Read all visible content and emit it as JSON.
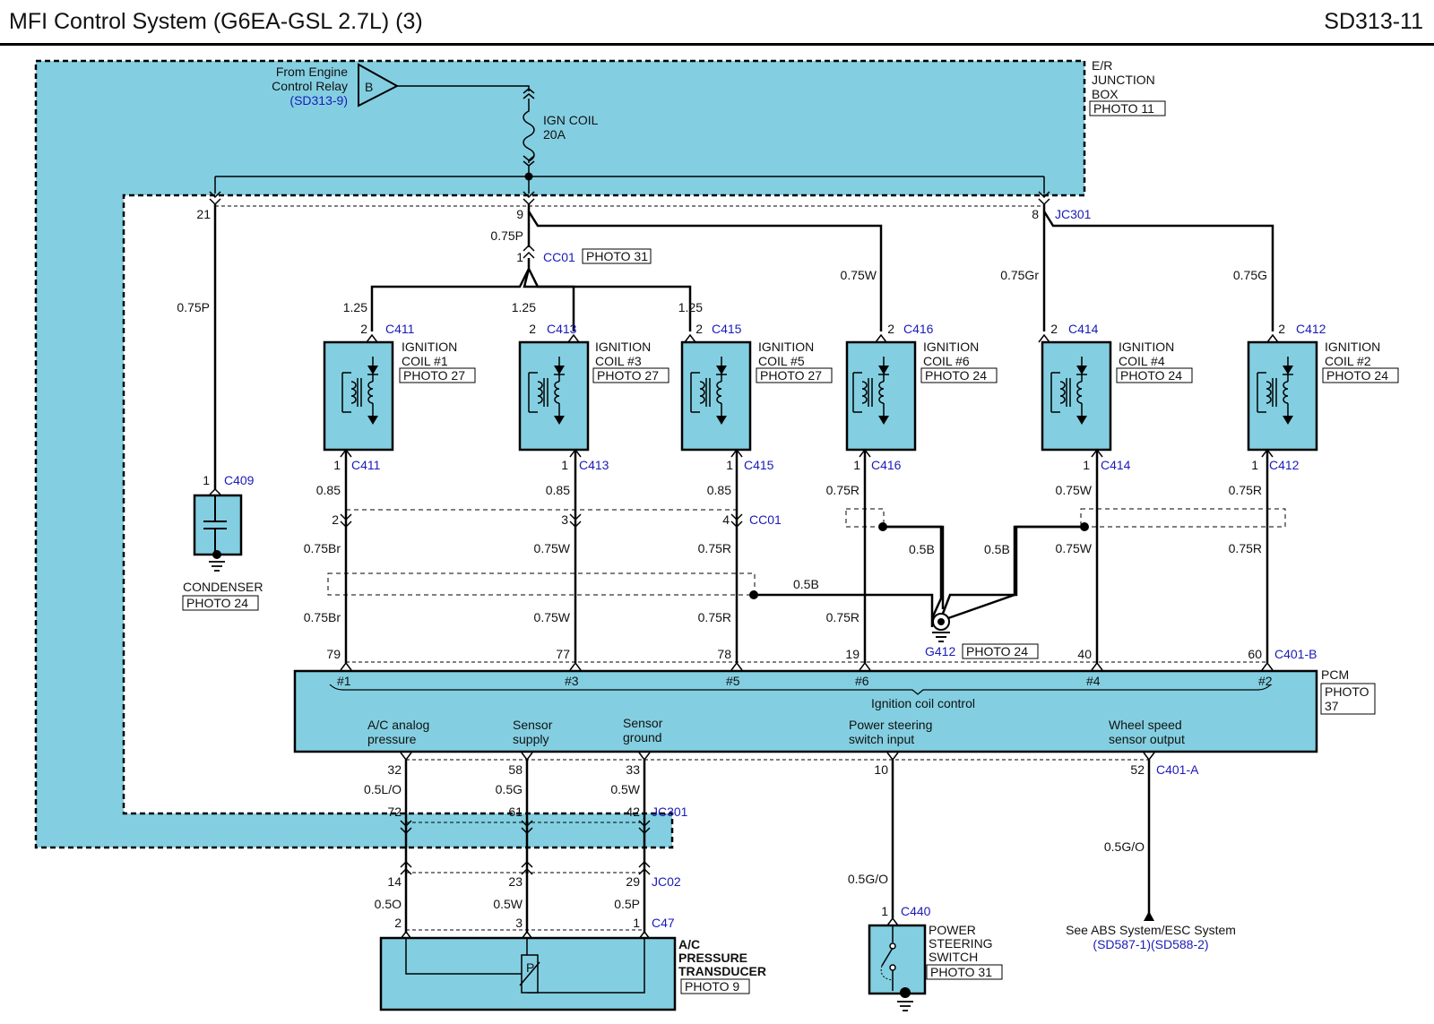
{
  "page": {
    "title": "MFI Control System (G6EA-GSL 2.7L) (3)",
    "code": "SD313-11"
  },
  "colors": {
    "box_fill": "#83cfe1",
    "wire": "#000000",
    "link": "#1a1ab8"
  },
  "junction_box": {
    "l1": "E/R",
    "l2": "JUNCTION",
    "l3": "BOX",
    "photo": "PHOTO 11"
  },
  "source": {
    "l1": "From Engine",
    "l2": "Control Relay",
    "ref": "(SD313-9)",
    "letter": "B"
  },
  "fuse": {
    "name": "IGN COIL",
    "rating": "20A"
  },
  "jb_pins": {
    "left": "21",
    "mid": "9",
    "right": "8",
    "right_conn": "JC301"
  },
  "cc01": {
    "pin": "1",
    "name": "CC01",
    "photo": "PHOTO 31",
    "wire": "0.75P"
  },
  "wires": {
    "cond_feed": "0.75P",
    "coil6_feed": "0.75W",
    "coil4_feed": "0.75Gr",
    "coil2_feed": "0.75G",
    "c1_feed": "1.25",
    "c3_feed": "1.25",
    "c5_feed": "1.25",
    "c1_a": "0.85",
    "c3_a": "0.85",
    "c5_a": "0.85",
    "c6_a": "0.75R",
    "c4_a": "0.75W",
    "c2_a": "0.75R",
    "c1_b": "0.75Br",
    "c3_b": "0.75W",
    "c5_b": "0.75R",
    "c4_b": "0.75W",
    "c2_b": "0.75R",
    "c1_c": "0.75Br",
    "c3_c": "0.75W",
    "c5_c": "0.75R",
    "c6_c": "0.75R",
    "shield_1": "0.5B",
    "shield_2": "0.5B",
    "shield_3": "0.5B"
  },
  "cc01_lower": {
    "p1": "2",
    "p3": "3",
    "p5": "4",
    "name": "CC01"
  },
  "coils": [
    {
      "top_pin": "2",
      "conn": "C411",
      "l1": "IGNITION",
      "l2": "COIL #1",
      "photo": "PHOTO 27",
      "bot_pin": "1"
    },
    {
      "top_pin": "2",
      "conn": "C413",
      "l1": "IGNITION",
      "l2": "COIL #3",
      "photo": "PHOTO 27",
      "bot_pin": "1"
    },
    {
      "top_pin": "2",
      "conn": "C415",
      "l1": "IGNITION",
      "l2": "COIL #5",
      "photo": "PHOTO 27",
      "bot_pin": "1"
    },
    {
      "top_pin": "2",
      "conn": "C416",
      "l1": "IGNITION",
      "l2": "COIL #6",
      "photo": "PHOTO 24",
      "bot_pin": "1"
    },
    {
      "top_pin": "2",
      "conn": "C414",
      "l1": "IGNITION",
      "l2": "COIL #4",
      "photo": "PHOTO 24",
      "bot_pin": "1"
    },
    {
      "top_pin": "2",
      "conn": "C412",
      "l1": "IGNITION",
      "l2": "COIL #2",
      "photo": "PHOTO 24",
      "bot_pin": "1"
    }
  ],
  "condenser": {
    "pin": "1",
    "conn": "C409",
    "name": "CONDENSER",
    "photo": "PHOTO 24"
  },
  "ground_g412": {
    "name": "G412",
    "photo": "PHOTO 24"
  },
  "pcm": {
    "name": "PCM",
    "photo_l1": "PHOTO",
    "photo_l2": "37",
    "top_pins": [
      "79",
      "77",
      "78",
      "19",
      "40",
      "60"
    ],
    "top_conn": "C401-B",
    "channels": [
      "#1",
      "#3",
      "#5",
      "#6",
      "#4",
      "#2"
    ],
    "coil_label": "Ignition coil control",
    "f1": {
      "l1": "A/C analog",
      "l2": "pressure"
    },
    "f2": {
      "l1": "Sensor",
      "l2": "supply"
    },
    "f3": {
      "l1": "Sensor",
      "l2": "ground"
    },
    "f4": {
      "l1": "Power steering",
      "l2": "switch input"
    },
    "f5": {
      "l1": "Wheel speed",
      "l2": "sensor output"
    },
    "bot_pins": {
      "p1": "32",
      "p2": "58",
      "p3": "33",
      "p4": "10",
      "p5": "52"
    },
    "bot_conn": "C401-A"
  },
  "ac_wires": {
    "w1a": "0.5L/O",
    "w2a": "0.5G",
    "w3a": "0.5W",
    "w1b": "0.5O",
    "w2b": "0.5W",
    "w3b": "0.5P"
  },
  "jc301_lower": {
    "p1": "72",
    "p2": "61",
    "p3": "42",
    "name": "JC301"
  },
  "jc02": {
    "p1": "14",
    "p2": "23",
    "p3": "29",
    "name": "JC02"
  },
  "c47": {
    "p1": "2",
    "p2": "3",
    "p3": "1",
    "name": "C47"
  },
  "ac_transducer": {
    "l1": "A/C",
    "l2": "PRESSURE",
    "l3": "TRANSDUCER",
    "photo": "PHOTO 9",
    "sym": "P"
  },
  "ps_switch": {
    "wire": "0.5G/O",
    "pin": "1",
    "conn": "C440",
    "l1": "POWER",
    "l2": "STEERING",
    "l3": "SWITCH",
    "photo": "PHOTO 31"
  },
  "abs": {
    "wire": "0.5G/O",
    "text": "See ABS System/ESC System",
    "ref": "(SD587-1)(SD588-2)"
  }
}
